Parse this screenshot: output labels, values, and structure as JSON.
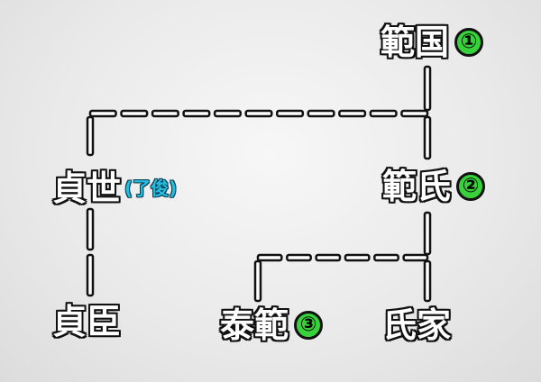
{
  "nodes": {
    "norikuni": {
      "name": "範国",
      "badge": "①"
    },
    "sadayo": {
      "name": "貞世",
      "note": "(了俊)"
    },
    "noriuji": {
      "name": "範氏",
      "badge": "②"
    },
    "sadaomi": {
      "name": "貞臣"
    },
    "yasunori": {
      "name": "泰範",
      "badge": "③"
    },
    "ujiie": {
      "name": "氏家"
    }
  },
  "colors": {
    "badge": "#39d13b",
    "note": "#22bfe0",
    "line": "#111111"
  }
}
